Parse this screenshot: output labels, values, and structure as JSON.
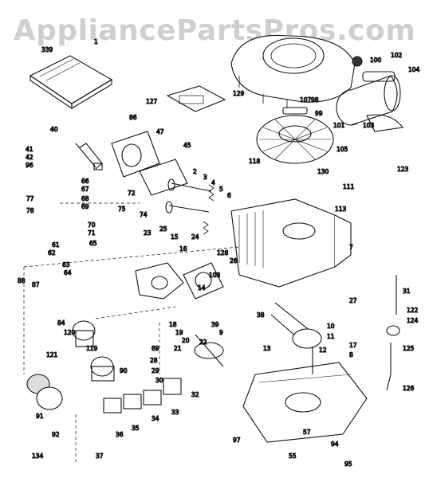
{
  "watermark": "AppliancePartsPros.com",
  "callouts": [
    {
      "id": "c1",
      "text": "339"
    },
    {
      "id": "c2",
      "text": "1"
    },
    {
      "id": "c3",
      "text": "100"
    },
    {
      "id": "c4",
      "text": "102"
    },
    {
      "id": "c5",
      "text": "104"
    },
    {
      "id": "c6",
      "text": "107"
    },
    {
      "id": "c7",
      "text": "98"
    },
    {
      "id": "c8",
      "text": "129"
    },
    {
      "id": "c9",
      "text": "127"
    },
    {
      "id": "c10",
      "text": "99"
    },
    {
      "id": "c11",
      "text": "101"
    },
    {
      "id": "c12",
      "text": "103"
    },
    {
      "id": "c13",
      "text": "86"
    },
    {
      "id": "c14",
      "text": "40"
    },
    {
      "id": "c15",
      "text": "41"
    },
    {
      "id": "c16",
      "text": "42"
    },
    {
      "id": "c17",
      "text": "96"
    },
    {
      "id": "c18",
      "text": "47"
    },
    {
      "id": "c19",
      "text": "45"
    },
    {
      "id": "c20",
      "text": "118"
    },
    {
      "id": "c21",
      "text": "123"
    },
    {
      "id": "c22",
      "text": "105"
    },
    {
      "id": "c23",
      "text": "130"
    },
    {
      "id": "c24",
      "text": "111"
    },
    {
      "id": "c25",
      "text": "113"
    },
    {
      "id": "c26",
      "text": "2"
    },
    {
      "id": "c27",
      "text": "3"
    },
    {
      "id": "c28",
      "text": "4"
    },
    {
      "id": "c29",
      "text": "5"
    },
    {
      "id": "c30",
      "text": "6"
    },
    {
      "id": "c31",
      "text": "7"
    },
    {
      "id": "c32",
      "text": "77"
    },
    {
      "id": "c33",
      "text": "78"
    },
    {
      "id": "c34",
      "text": "74"
    },
    {
      "id": "c35",
      "text": "72"
    },
    {
      "id": "c36",
      "text": "75"
    },
    {
      "id": "c37",
      "text": "25"
    },
    {
      "id": "c38",
      "text": "61"
    },
    {
      "id": "c39",
      "text": "62"
    },
    {
      "id": "c40",
      "text": "63"
    },
    {
      "id": "c41",
      "text": "64"
    },
    {
      "id": "c42",
      "text": "65"
    },
    {
      "id": "c43",
      "text": "66"
    },
    {
      "id": "c44",
      "text": "67"
    },
    {
      "id": "c45",
      "text": "68"
    },
    {
      "id": "c46",
      "text": "69"
    },
    {
      "id": "c47",
      "text": "70"
    },
    {
      "id": "c48",
      "text": "71"
    },
    {
      "id": "c49",
      "text": "88"
    },
    {
      "id": "c50",
      "text": "87"
    },
    {
      "id": "c51",
      "text": "84"
    },
    {
      "id": "c52",
      "text": "120"
    },
    {
      "id": "c53",
      "text": "121"
    },
    {
      "id": "c54",
      "text": "90"
    },
    {
      "id": "c55",
      "text": "89"
    },
    {
      "id": "c56",
      "text": "91"
    },
    {
      "id": "c57",
      "text": "92"
    },
    {
      "id": "c58",
      "text": "134"
    },
    {
      "id": "c59",
      "text": "108"
    },
    {
      "id": "c60",
      "text": "14"
    },
    {
      "id": "c61",
      "text": "15"
    },
    {
      "id": "c62",
      "text": "16"
    },
    {
      "id": "c63",
      "text": "18"
    },
    {
      "id": "c64",
      "text": "19"
    },
    {
      "id": "c65",
      "text": "20"
    },
    {
      "id": "c66",
      "text": "21"
    },
    {
      "id": "c67",
      "text": "22"
    },
    {
      "id": "c68",
      "text": "23"
    },
    {
      "id": "c69",
      "text": "24"
    },
    {
      "id": "c70",
      "text": "26"
    },
    {
      "id": "c71",
      "text": "28"
    },
    {
      "id": "c72",
      "text": "29"
    },
    {
      "id": "c73",
      "text": "30"
    },
    {
      "id": "c74",
      "text": "32"
    },
    {
      "id": "c75",
      "text": "33"
    },
    {
      "id": "c76",
      "text": "34"
    },
    {
      "id": "c77",
      "text": "35"
    },
    {
      "id": "c78",
      "text": "36"
    },
    {
      "id": "c79",
      "text": "37"
    },
    {
      "id": "c80",
      "text": "38"
    },
    {
      "id": "c81",
      "text": "39"
    },
    {
      "id": "c82",
      "text": "9"
    },
    {
      "id": "c83",
      "text": "10"
    },
    {
      "id": "c84",
      "text": "11"
    },
    {
      "id": "c85",
      "text": "12"
    },
    {
      "id": "c86",
      "text": "13"
    },
    {
      "id": "c87",
      "text": "17"
    },
    {
      "id": "c88",
      "text": "8"
    },
    {
      "id": "c89",
      "text": "124"
    },
    {
      "id": "c90",
      "text": "125"
    },
    {
      "id": "c91",
      "text": "126"
    },
    {
      "id": "c92",
      "text": "122"
    },
    {
      "id": "c93",
      "text": "31"
    },
    {
      "id": "c94",
      "text": "27"
    },
    {
      "id": "c95",
      "text": "57"
    },
    {
      "id": "c96",
      "text": "55"
    },
    {
      "id": "c97",
      "text": "94"
    },
    {
      "id": "c98",
      "text": "95"
    },
    {
      "id": "c99",
      "text": "97"
    },
    {
      "id": "c100",
      "text": "119"
    },
    {
      "id": "c101",
      "text": "128"
    }
  ]
}
